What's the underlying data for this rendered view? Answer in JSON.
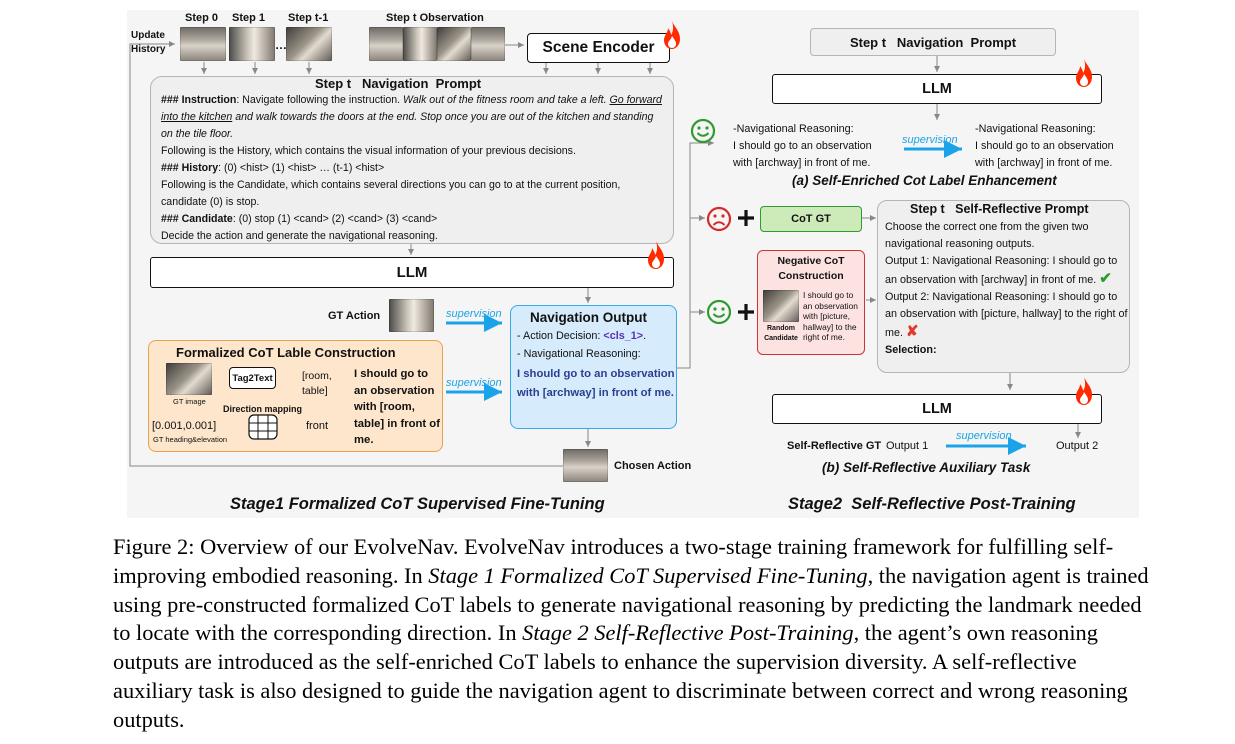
{
  "figure": {
    "history": {
      "update_label_1": "Update",
      "update_label_2": "History",
      "step_labels": [
        "Step 0",
        "Step 1",
        "Step t-1"
      ],
      "ellipsis": "…",
      "observation_label": "Step t Observation"
    },
    "scene_encoder": "Scene Encoder",
    "prompt": {
      "title": "Step t   Navigation  Prompt",
      "instruction_key": "### Instruction",
      "instruction_plain": ": Navigate following the instruction. ",
      "instruction_it1": "Walk out of the fitness room and take a left. ",
      "instruction_it2_u": "Go forward into the kitchen",
      "instruction_it3": " and walk towards the doors at the end. Stop once you are out of the kitchen and standing on the tile floor.",
      "history_intro": "Following is the History, which contains the visual information of your previous decisions.",
      "history_key": "### History",
      "history_val": ": (0) <hist> (1) <hist> … (t-1) <hist>",
      "candidate_intro": "Following is the Candidate, which contains several directions you can go to at the current position, candidate (0) is stop.",
      "candidate_key": "### Candidate",
      "candidate_val": ": (0) stop (1) <cand> (2) <cand> (3) <cand>",
      "decide": "Decide the action and generate the navigational reasoning."
    },
    "llm_label": "LLM",
    "gt_action": "GT Action",
    "supervision": "supervision",
    "nav_output": {
      "title": "Navigation Output",
      "action_line": "- Action Decision: ",
      "action_token": "<cls_1>",
      "action_end": ".",
      "reasoning_line": "- Navigational Reasoning:",
      "reasoning_bold": "I should go to an observation with [archway] in front of me."
    },
    "formalized": {
      "title": "Formalized CoT Lable Construction",
      "gt_image": "GT image",
      "tag2text": "Tag2Text",
      "tags": "[room, table]",
      "direction_mapping": "Direction mapping",
      "heading_value": "[0.001,0.001]",
      "heading_label": "GT heading&elevation",
      "front": "front",
      "result": "I should go to an observation with [room, table] in front of me."
    },
    "chosen_action": "Chosen Action",
    "stage1_title": "Stage1 Formalized CoT Supervised Fine-Tuning",
    "stage2": {
      "prompt_title": "Step t   Navigation  Prompt",
      "llm_label": "LLM",
      "left_reasoning": "-Navigational Reasoning:\nI should go to an observation\nwith [archway] in front of me.",
      "right_reasoning": "-Navigational Reasoning:\nI should go to an observation\nwith [archway] in front of me.",
      "caption_a": "(a) Self-Enriched Cot Label Enhancement",
      "cot_gt": "CoT GT",
      "neg_title": "Negative CoT Construction",
      "neg_text": "I should go to an observation with [picture, hallway] to the right of me.",
      "random_candidate": "Random Candidate",
      "reflect_title": "Step t   Self-Reflective Prompt",
      "reflect_l1": "Choose the correct one from the given two navigational reasoning outputs.",
      "reflect_o1": "Output 1: Navigational Reasoning: I should go to an observation with [archway] in front of me.",
      "reflect_o2": "Output 2: Navigational Reasoning: I should go to an observation with [picture, hallway] to the right of me.",
      "selection": "Selection:",
      "reflective_gt": "Self-Reflective GT",
      "output1": "Output 1",
      "output2": "Output 2",
      "caption_b": "(b) Self-Reflective Auxiliary Task",
      "title": "Stage2  Self-Reflective Post-Training"
    },
    "caption": {
      "label": "Figure 2:",
      "p1": " Overview of our EvolveNav. EvolveNav introduces a two-stage training framework for fulfilling self-improving embodied reasoning. In ",
      "s1": "Stage 1 Formalized CoT Supervised Fine-Tuning",
      "p2": ", the navigation agent is trained using pre-constructed formalized CoT labels to generate navigational reasoning by predicting the landmark needed to locate with the corresponding direction. In ",
      "s2": "Stage 2 Self-Reflective Post-Training",
      "p3": ", the agent’s own reasoning outputs are introduced as the self-enriched CoT labels to enhance the supervision diversity. A self-reflective auxiliary task is also designed to guide the navigation agent to discriminate between correct and wrong reasoning outputs."
    },
    "colors": {
      "panel_bg": "#f5f5f5",
      "prompt_bg": "#efefef",
      "nav_output_bg": "#d6ebfb",
      "nav_output_border": "#3aa7e6",
      "formalized_bg": "#fde6cc",
      "formalized_border": "#e8a34a",
      "cot_gt_bg": "#cdebb8",
      "cot_gt_border": "#2f9a2f",
      "negative_bg": "#fde2e2",
      "negative_border": "#cc3333",
      "supervision_arrow": "#1aa3e8",
      "flame": "#ff2a00",
      "smile_green": "#2f9a2f",
      "sad_red": "#d42a2a"
    }
  }
}
